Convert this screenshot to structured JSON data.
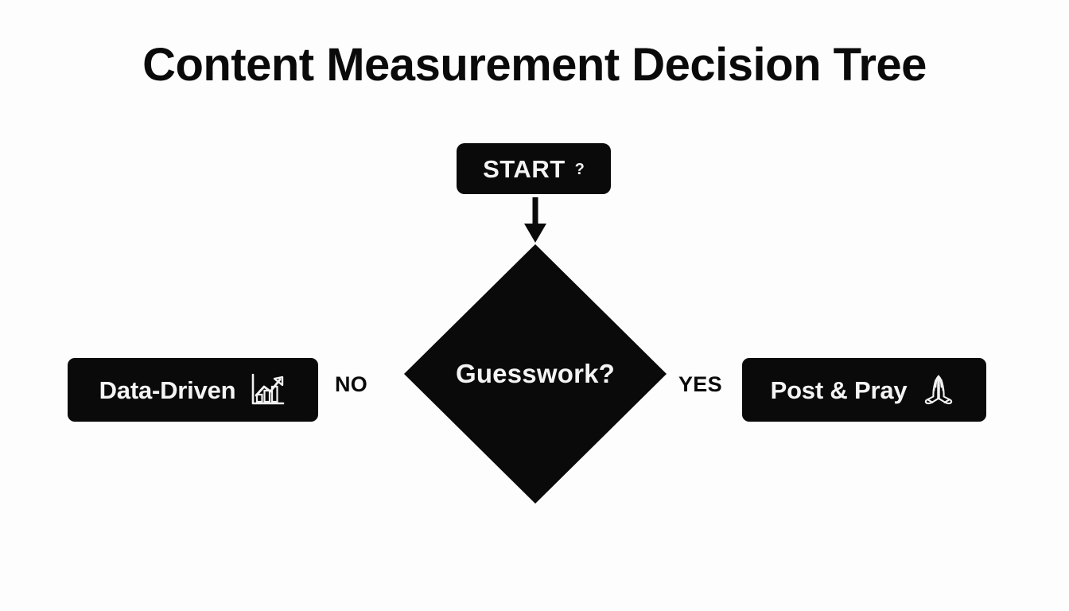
{
  "page": {
    "title": "Content Measurement Decision Tree",
    "background_color": "#fdfdfd",
    "node_color": "#0a0a0a",
    "node_text_color": "#f4f4f4",
    "label_text_color": "#0a0a0a"
  },
  "flow": {
    "start": {
      "label": "START",
      "mark": "?",
      "icon": "question-mark-icon"
    },
    "connector": {
      "icon": "arrow-down-icon"
    },
    "decision": {
      "label": "Guesswork?",
      "shape": "diamond"
    },
    "branches": [
      {
        "label": "NO",
        "direction": "left"
      },
      {
        "label": "YES",
        "direction": "right"
      }
    ],
    "outcomes": [
      {
        "label": "Data-Driven",
        "icon": "chart-increasing-icon",
        "side": "left"
      },
      {
        "label": "Post & Pray",
        "icon": "praying-hands-icon",
        "side": "right"
      }
    ]
  }
}
